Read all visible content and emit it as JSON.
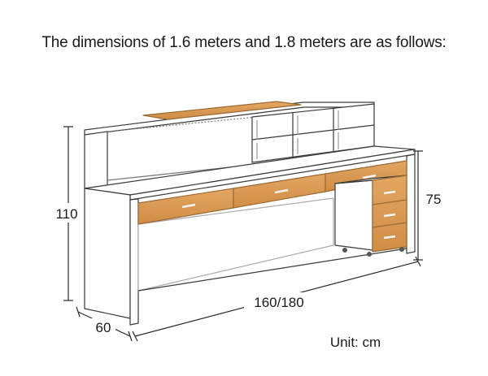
{
  "title": "The dimensions of 1.6 meters and 1.8 meters are as follows:",
  "dimensions": {
    "height": "110",
    "pedestal_height": "75",
    "width": "160/180",
    "depth": "60"
  },
  "unit_label": "Unit: cm",
  "colors": {
    "wood": "#dc9a52",
    "wood_dark": "#b8783a",
    "frame": "#ffffff",
    "line": "#3a3a3a",
    "dim_line": "#2a2a2a"
  }
}
